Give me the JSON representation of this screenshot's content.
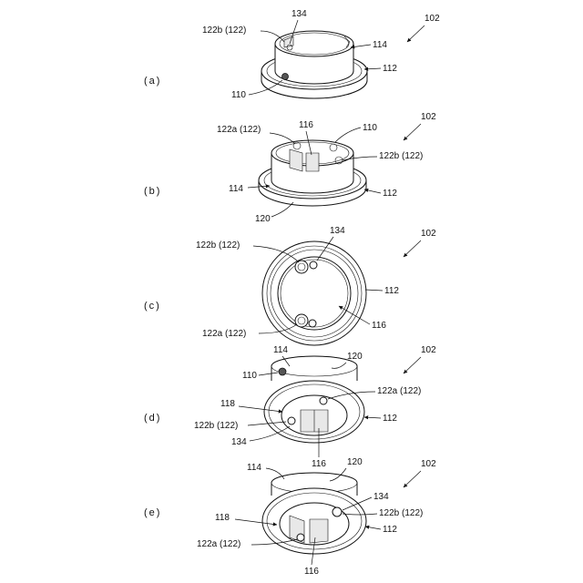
{
  "figure_ref": "102",
  "views": [
    {
      "id": "a",
      "label": "(a)"
    },
    {
      "id": "b",
      "label": "(b)"
    },
    {
      "id": "c",
      "label": "(c)"
    },
    {
      "id": "d",
      "label": "(d)"
    },
    {
      "id": "e",
      "label": "(e)"
    }
  ],
  "callouts": {
    "a": {
      "ref": "102",
      "n134": "134",
      "n122b": "122b (122)",
      "n114": "114",
      "n112": "112",
      "n110": "110"
    },
    "b": {
      "ref": "102",
      "n122a": "122a (122)",
      "n116": "116",
      "n110": "110",
      "n122b": "122b (122)",
      "n114": "114",
      "n112": "112",
      "n120": "120"
    },
    "c": {
      "ref": "102",
      "n134": "134",
      "n122b": "122b (122)",
      "n112": "112",
      "n122a": "122a (122)",
      "n116": "116"
    },
    "d": {
      "ref": "102",
      "n114": "114",
      "n120": "120",
      "n110": "110",
      "n122a": "122a (122)",
      "n118": "118",
      "n122b": "122b (122)",
      "n112": "112",
      "n134": "134",
      "n116": "116"
    },
    "e": {
      "ref": "102",
      "n114": "114",
      "n120": "120",
      "n134": "134",
      "n122b": "122b (122)",
      "n118": "118",
      "n112": "112",
      "n122a": "122a (122)",
      "n116": "116"
    }
  }
}
